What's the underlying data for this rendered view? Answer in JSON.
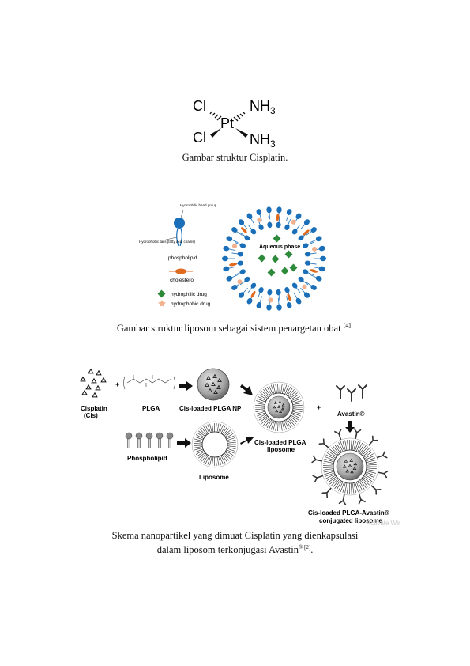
{
  "figure1": {
    "atoms": {
      "cl_top": "Cl",
      "cl_bottom": "Cl",
      "pt": "Pt",
      "nh3_top": "NH",
      "nh3_bottom": "NH",
      "sub": "3"
    },
    "caption": "Gambar struktur Cisplatin."
  },
  "figure2": {
    "labels": {
      "head_group": "Hydrophilic head group",
      "tails": "Hydrophobic tails (fatty acid chains)",
      "phospholipid": "phospholipid",
      "cholesterol": "cholesterol",
      "hydrophilic_drug": "hydrophilic drug",
      "hydrophobic_drug": "hydrophobic drug",
      "aqueous_phase": "Aqueous phase"
    },
    "caption_text": "Gambar struktur liposom sebagai sistem penargetan obat ",
    "caption_ref": "[4]",
    "caption_end": "."
  },
  "figure3": {
    "labels": {
      "cisplatin": "Cisplatin",
      "cis": "(Cis)",
      "plga": "PLGA",
      "cis_plga_np": "Cis-loaded PLGA NP",
      "avastin": "Avastin®",
      "phospholipid": "Phospholipid",
      "liposome": "Liposome",
      "cis_plga_liposome_1": "Cis-loaded PLGA",
      "cis_plga_liposome_2": "liposome",
      "conj_1": "Cis-loaded PLGA-Avastin®",
      "conj_2": "conjugated liposome",
      "plus": "+"
    },
    "watermark": "Activate Wir",
    "caption_line1": "Skema nanopartikel yang dimuat Cisplatin yang dienkapsulasi",
    "caption_line2": "dalam  liposom terkonjugasi Avastin",
    "caption_sup": "® [2]",
    "caption_end": "."
  }
}
